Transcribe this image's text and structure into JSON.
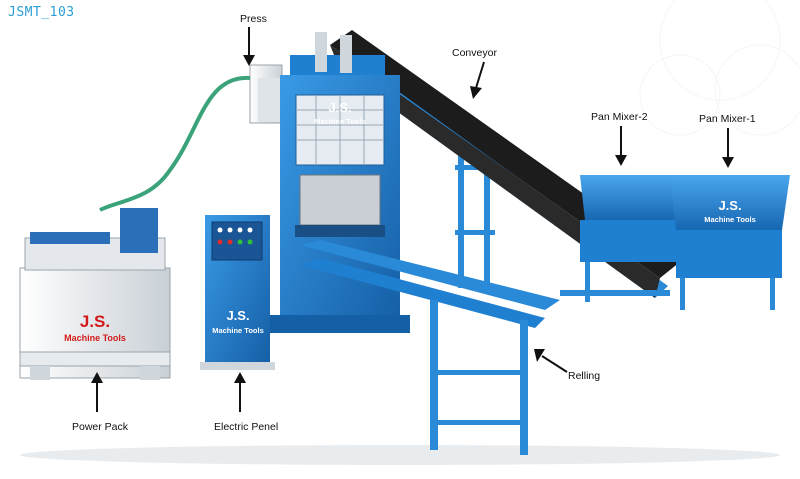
{
  "image_code": "JSMT_103",
  "callouts": {
    "press": "Press",
    "conveyor": "Conveyor",
    "pan_mixer_2": "Pan Mixer-2",
    "pan_mixer_1": "Pan Mixer-1",
    "relling": "Relling",
    "power_pack": "Power Pack",
    "electric_panel": "Electric Penel"
  },
  "brand": {
    "name": "J.S.",
    "sub": "Machine Tools"
  },
  "colors": {
    "machine_blue": "#1f7fd0",
    "frame_blue": "#2a8ad8",
    "power_pack_white": "#eef1f3",
    "belt_black": "#1c1c1c",
    "brand_red": "#d21a1a",
    "hose_green": "#3aa37a"
  }
}
